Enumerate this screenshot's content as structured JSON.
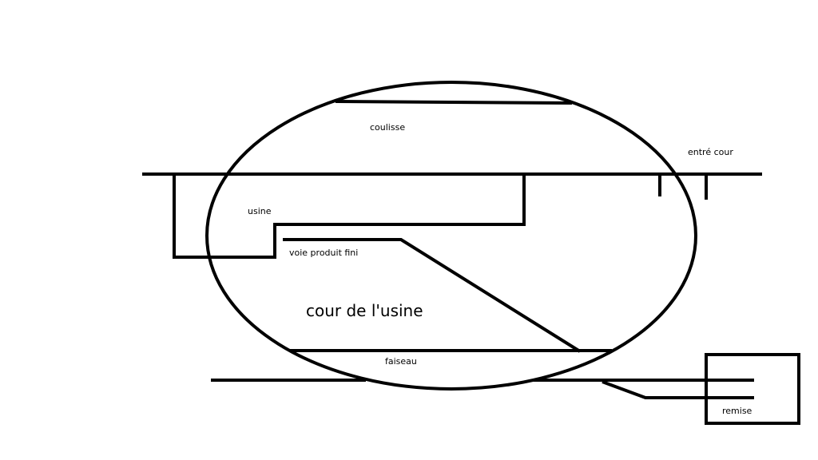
{
  "diagram": {
    "colors": {
      "ink": "#000000",
      "background": "#ffffff"
    },
    "labels": {
      "coulisse": "coulisse",
      "entre_cour": "entré cour",
      "usine": "usine",
      "voie_produit_fini": "voie produit fini",
      "cour_de_l_usine": "cour de l'usine",
      "faiseau": "faiseau",
      "remise": "remise"
    }
  }
}
